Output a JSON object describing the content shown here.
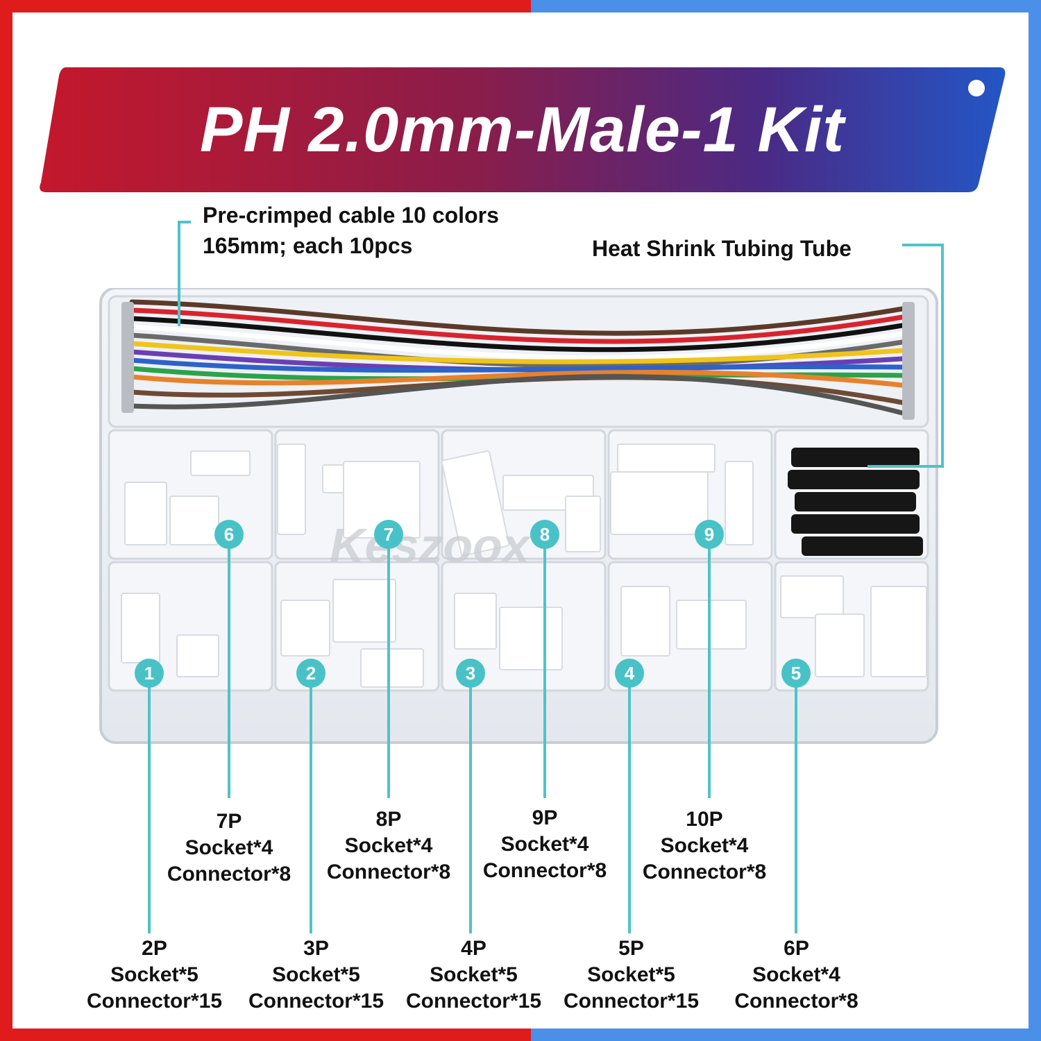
{
  "title": "PH 2.0mm-Male-1 Kit",
  "colors": {
    "banner_left": "#c0182e",
    "banner_right": "#2a58c9",
    "leader": "#4fc3c8",
    "badge": "#49c2c7",
    "edge_left": "#e01b1b",
    "edge_right": "#4a90e8"
  },
  "cable_note": {
    "line1": "Pre-crimped cable 10 colors",
    "line2": "165mm; each 10pcs"
  },
  "tubing_note": "Heat Shrink Tubing Tube",
  "watermark": "Keszoox",
  "badges": [
    "1",
    "2",
    "3",
    "4",
    "5",
    "6",
    "7",
    "8",
    "9"
  ],
  "upper_labels": [
    {
      "size": "7P",
      "socket": "Socket*4",
      "connector": "Connector*8"
    },
    {
      "size": "8P",
      "socket": "Socket*4",
      "connector": "Connector*8"
    },
    {
      "size": "9P",
      "socket": "Socket*4",
      "connector": "Connector*8"
    },
    {
      "size": "10P",
      "socket": "Socket*4",
      "connector": "Connector*8"
    }
  ],
  "lower_labels": [
    {
      "size": "2P",
      "socket": "Socket*5",
      "connector": "Connector*15"
    },
    {
      "size": "3P",
      "socket": "Socket*5",
      "connector": "Connector*15"
    },
    {
      "size": "4P",
      "socket": "Socket*5",
      "connector": "Connector*15"
    },
    {
      "size": "5P",
      "socket": "Socket*5",
      "connector": "Connector*15"
    },
    {
      "size": "6P",
      "socket": "Socket*4",
      "connector": "Connector*8"
    }
  ]
}
